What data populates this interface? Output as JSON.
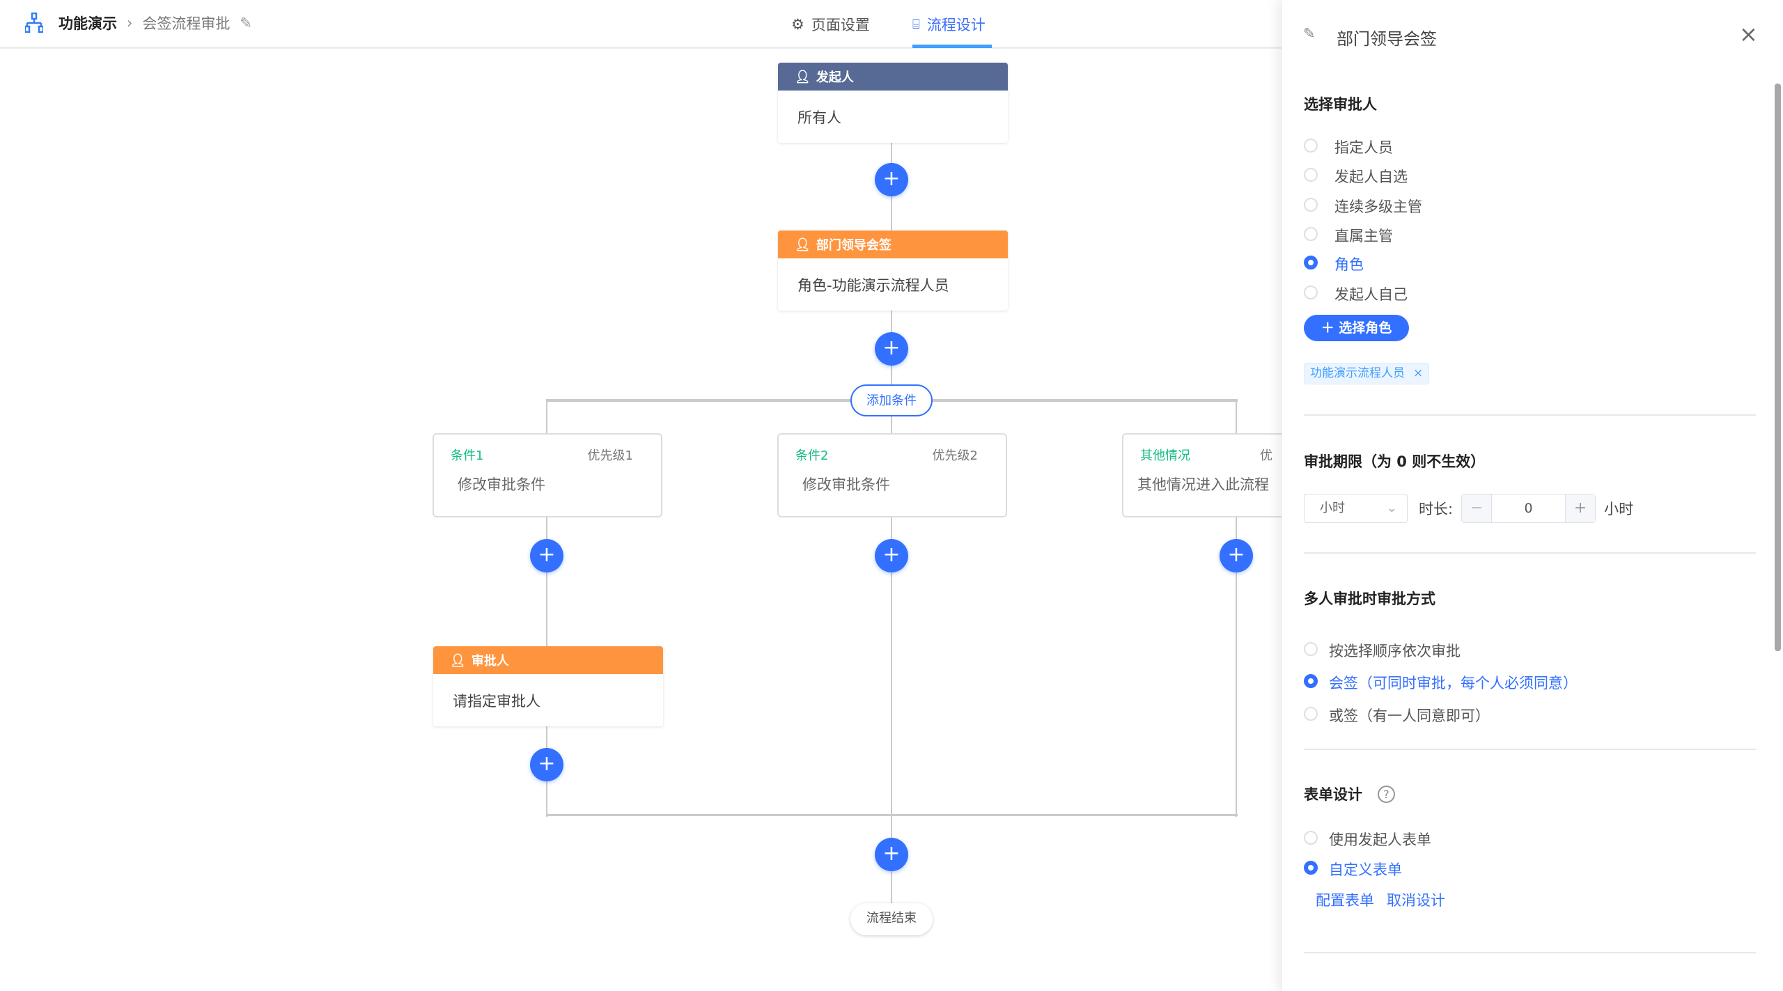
{
  "header": {
    "breadcrumb": [
      "功能演示",
      "会签流程审批"
    ],
    "tabs": [
      {
        "label": "页面设置",
        "icon": "gear-icon",
        "active": false
      },
      {
        "label": "流程设计",
        "icon": "flow-chart-icon",
        "active": true
      }
    ]
  },
  "flow": {
    "start": {
      "title": "发起人",
      "body": "所有人"
    },
    "approver": {
      "title": "部门领导会签",
      "body": "角色-功能演示流程人员"
    },
    "add_condition": "添加条件",
    "conditions": [
      {
        "title": "条件1",
        "priority": "优先级1",
        "body": "修改审批条件"
      },
      {
        "title": "条件2",
        "priority": "优先级2",
        "body": "修改审批条件"
      },
      {
        "title": "其他情况",
        "priority": "优",
        "body": "其他情况进入此流程"
      }
    ],
    "branch_node": {
      "title": "审批人",
      "body": "请指定审批人"
    },
    "end": "流程结束",
    "plus_symbol": "+"
  },
  "panel": {
    "title": "部门领导会签",
    "approver_section": "选择审批人",
    "approver_options": [
      "指定人员",
      "发起人自选",
      "连续多级主管",
      "直属主管",
      "角色",
      "发起人自己"
    ],
    "approver_selected": "角色",
    "select_role_button": "＋ 选择角色",
    "role_tag": "功能演示流程人员",
    "deadline_section": "审批期限（为 0 则不生效）",
    "unit_select": "小时",
    "duration_label": "时长:",
    "duration_value": "0",
    "duration_unit": "小时",
    "multi_section": "多人审批时审批方式",
    "multi_options": [
      "按选择顺序依次审批",
      "会签（可同时审批，每个人必须同意）",
      "或签（有一人同意即可）"
    ],
    "multi_selected": "会签（可同时审批，每个人必须同意）",
    "form_section": "表单设计",
    "form_options": [
      "使用发起人表单",
      "自定义表单"
    ],
    "form_selected": "自定义表单",
    "form_links": [
      "配置表单",
      "取消设计"
    ]
  },
  "colors": {
    "primary": "#3370ff",
    "orange": "#ff943e",
    "start_header": "#576a95",
    "condition_green": "#15bc83"
  }
}
